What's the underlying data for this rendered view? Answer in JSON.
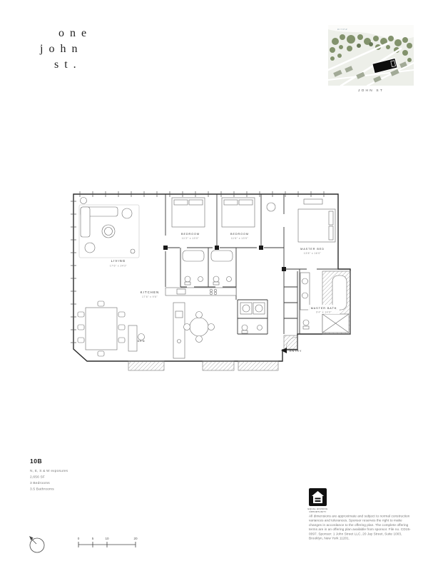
{
  "logo": {
    "line1": "one",
    "line2": "john",
    "line3": "st."
  },
  "keymap": {
    "river": "RIVER",
    "street": "JOHN ST"
  },
  "plan": {
    "living": {
      "name": "LIVING",
      "dims": "17'6\" x 24'2\""
    },
    "bedroom1": {
      "name": "BEDROOM",
      "dims": "11'2\" x 13'0\""
    },
    "bedroom2": {
      "name": "BEDROOM",
      "dims": "11'6\" x 13'0\""
    },
    "master_bed": {
      "name": "MASTER BED",
      "dims": "13'8\" x 16'0\""
    },
    "kitchen": {
      "name": "KITCHEN",
      "dims": "17'6\" x 9'6\""
    },
    "master_bath": {
      "name": "MASTER BATH",
      "dims": "9'4\" x 14'0\""
    },
    "entry": {
      "name": "ENTRY"
    },
    "den": {
      "name": "DEN"
    }
  },
  "unit": {
    "number": "10B",
    "line1": "N, E, S & W exposures",
    "line2": "2,656 SF",
    "line3": "3 Bedrooms",
    "line4": "3.5 Bathrooms"
  },
  "scalebar": {
    "t0": "0",
    "t1": "5",
    "t2": "10",
    "t3": "20"
  },
  "legal": {
    "eho_line1": "EQUAL HOUSING",
    "eho_line2": "OPPORTUNITY",
    "disclaimer": "All dimensions are approximate and subject to normal construction variances and tolerances. Sponsor reserves the right to make changes in accordance to the offering plan. The complete offering terms are in an offering plan available from sponsor. File no. CD15-0097. Sponsor: 1 John Street LLC, 20 Jay Street, Suite 1003, Brooklyn, New York 11201."
  },
  "colors": {
    "ink": "#2b2b2b",
    "hatch": "#8a8a8a",
    "map_green": "#77885f"
  }
}
